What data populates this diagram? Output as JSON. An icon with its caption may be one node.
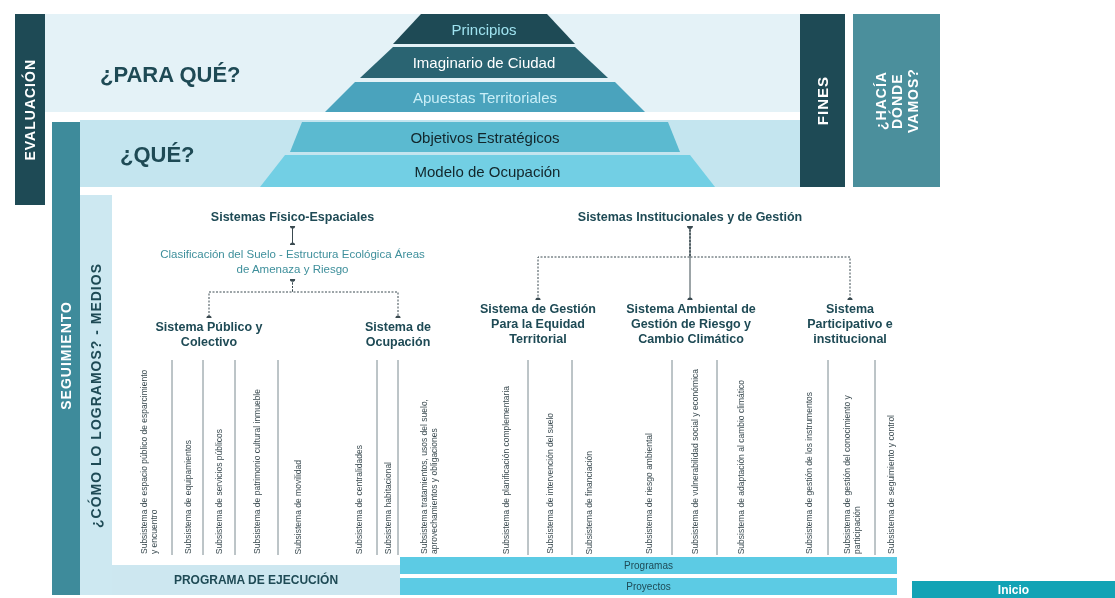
{
  "diagram": {
    "nodes": [
      {
        "text": [
          "EVALUACIÓN"
        ]
      },
      {
        "text": [
          "¿PARA QUÉ?"
        ]
      },
      {
        "text": [
          "Principios"
        ],
        "in": 1
      },
      {
        "text": [
          "Imaginario de Ciudad"
        ],
        "in": 1
      },
      {
        "text": [
          "Apuestas Territoriales"
        ],
        "in": 1
      },
      {
        "text": [
          "SEGUIMIENTO"
        ]
      },
      {
        "text": [
          "¿QUÉ?"
        ]
      },
      {
        "text": [
          "Objetivos Estratégicos"
        ],
        "in": 6
      },
      {
        "text": [
          "Modelo de Ocupación"
        ],
        "in": 6
      },
      {
        "text": [
          "FINES"
        ]
      },
      {
        "text": [
          "¿HACÍA DÓNDE VAMOS?"
        ]
      },
      {
        "text": [
          "¿CÓMO LO LOGRAMOS? - MEDIOS"
        ]
      },
      {
        "text": [
          "Sistemas Físico-Espaciales"
        ]
      },
      {
        "text": [
          "Clasificación del Suelo - Estructura Ecológica Áreas de Amenaza y Riesgo"
        ]
      },
      {
        "text": [
          "Sistema Público y Colectivo"
        ]
      },
      {
        "text": [
          "Sistema de Ocupación"
        ]
      },
      {
        "text": [
          "Sistemas Institucionales y de Gestión"
        ]
      },
      {
        "text": [
          "Sistema de Gestión Para la Equidad Territorial"
        ]
      },
      {
        "text": [
          "Sistema Ambiental de Gestión de Riesgo y Cambio Climático"
        ]
      },
      {
        "text": [
          "Sistema Participativo e institucional"
        ]
      },
      {
        "text": [
          "Subsistema de espacio público de esparcimiento y encuentro"
        ]
      },
      {
        "text": [
          "Subsistema de equipamientos"
        ]
      },
      {
        "text": [
          "Subsistema de servicios públicos"
        ]
      },
      {
        "text": [
          "Subsistema de patrimonio cultural inmueble"
        ]
      },
      {
        "text": [
          "Subsistema de movilidad"
        ]
      },
      {
        "text": [
          "Subsistema de centralidades"
        ]
      },
      {
        "text": [
          "Subsistema habitacional"
        ]
      },
      {
        "text": [
          "Subsistema tratamientos, usos del suelo, aprovechamientos y obligaciones"
        ]
      },
      {
        "text": [
          "Subsistema de planificación complementaria"
        ]
      },
      {
        "text": [
          "Subsistema de intervención del suelo"
        ]
      },
      {
        "text": [
          "Subsistema de financiación"
        ]
      },
      {
        "text": [
          "Subsistema de riesgo ambiental"
        ]
      },
      {
        "text": [
          "Subsistema de vulnerabilidad social y económica"
        ]
      },
      {
        "text": [
          "Subsistema de adaptación al cambio climático"
        ]
      },
      {
        "text": [
          "Subsistema de gestión de los instrumentos"
        ]
      },
      {
        "text": [
          "Subsistema de gestión del conocimiento y participación"
        ]
      },
      {
        "text": [
          "Subsistema de seguimiento y control"
        ]
      },
      {
        "text": [
          "PROGRAMA DE EJECUCIÓN"
        ]
      },
      {
        "text": [
          "Programas"
        ]
      },
      {
        "text": [
          "Proyectos"
        ]
      },
      {
        "text": [
          "Inicio"
        ]
      }
    ],
    "edges": [
      {
        "from": 12,
        "to": 13,
        "arrow": "other"
      },
      {
        "from": 13,
        "to": 14,
        "arrow": "other",
        "style": "dashed"
      },
      {
        "from": 13,
        "to": 15,
        "arrow": "other",
        "style": "dashed"
      },
      {
        "from": 16,
        "to": 17,
        "arrow": "other",
        "style": "dashed"
      },
      {
        "from": 16,
        "to": 18,
        "arrow": "other"
      },
      {
        "from": 16,
        "to": 19,
        "arrow": "other",
        "style": "dashed"
      }
    ]
  }
}
